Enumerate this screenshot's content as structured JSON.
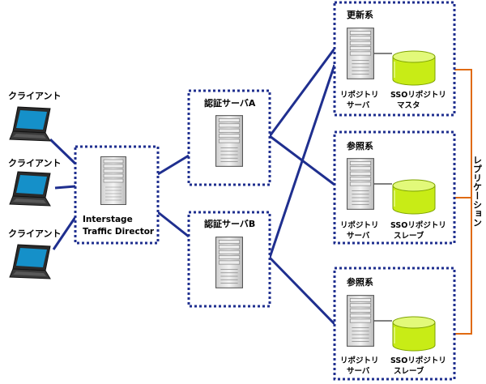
{
  "clients": [
    {
      "label": "クライアント"
    },
    {
      "label": "クライアント"
    },
    {
      "label": "クライアント"
    }
  ],
  "traffic_director": {
    "line1": "Interstage",
    "line2": "Traffic Director"
  },
  "auth_servers": [
    {
      "label": "認証サーバA"
    },
    {
      "label": "認証サーバB"
    }
  ],
  "groups": [
    {
      "title": "更新系",
      "server_line1": "リポジトリ",
      "server_line2": "サーバ",
      "db_line1": "SSOリポジトリ",
      "db_line2": "マスタ"
    },
    {
      "title": "参照系",
      "server_line1": "リポジトリ",
      "server_line2": "サーバ",
      "db_line1": "SSOリポジトリ",
      "db_line2": "スレーブ"
    },
    {
      "title": "参照系",
      "server_line1": "リポジトリ",
      "server_line2": "サーバ",
      "db_line1": "SSOリポジトリ",
      "db_line2": "スレーブ"
    }
  ],
  "replication_label": "レプリケーション",
  "colors": {
    "box_border": "#1f2f8f",
    "link_line": "#1f2f8f",
    "replication_arrow": "#e06a10",
    "db_fill": "#c8ec16",
    "db_dark": "#7ea300"
  }
}
